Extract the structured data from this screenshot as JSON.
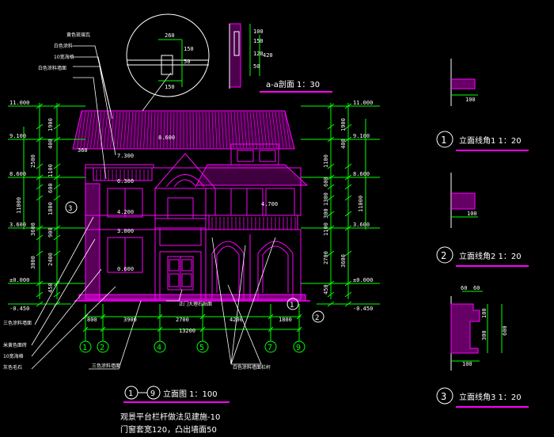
{
  "colors": {
    "background": "#000000",
    "magenta": "#ff00ff",
    "green": "#00ff00",
    "white": "#ffffff",
    "cyan": "#00ffff",
    "red": "#ff0000",
    "yellow": "#ffff00"
  },
  "elevation_title": {
    "circle_a": "1",
    "circle_b": "9",
    "text": "立面图 1：100"
  },
  "notes": [
    "观景平台栏杆做法见建施-10",
    "门窗套宽120，凸出墙面50"
  ],
  "section": {
    "title": "a-a剖面 1：30",
    "dims_right": [
      "100",
      "150",
      "120",
      "420",
      "50"
    ],
    "detail_dims": [
      "260",
      "150",
      "50",
      "150"
    ]
  },
  "details": [
    {
      "circle": "1",
      "title": "立面线角1 1：20",
      "dim": "100"
    },
    {
      "circle": "2",
      "title": "立面线角2 1：20",
      "dim": "100"
    },
    {
      "circle": "3",
      "title": "立面线角3 1：20",
      "dims": [
        "60",
        "60",
        "300",
        "600",
        "100",
        "100"
      ]
    }
  ],
  "levels_left": [
    "11.000",
    "9.100",
    "8.600",
    "3.600",
    "±0.000",
    "-0.450"
  ],
  "levels_right": [
    "11.000",
    "9.100",
    "8.600",
    "3.600",
    "±0.000",
    "-0.450"
  ],
  "left_dims": [
    "1900",
    "400",
    "2500",
    "1100",
    "600",
    "1800",
    "2400",
    "900",
    "450",
    "11000",
    "3000",
    "3600"
  ],
  "right_dims": [
    "1900",
    "400",
    "1100",
    "600",
    "1300",
    "300",
    "1100",
    "2700",
    "450",
    "11000",
    "3600"
  ],
  "building_levels": [
    "7.300",
    "6.300",
    "4.200",
    "3.000",
    "4.700",
    "0.600",
    "8.600"
  ],
  "bottom_dims": [
    "800",
    "3900",
    "2700",
    "4200",
    "1800",
    "13200"
  ],
  "axes": [
    "1",
    "2",
    "4",
    "5",
    "7",
    "9"
  ],
  "callouts_left": [
    "黄色琉璃瓦",
    "白色涂料",
    "10宽海格",
    "白色涂料墙面",
    "三色涂料墙面",
    "米黄色面砖",
    "10宽海格",
    "灰色毛石"
  ],
  "callouts_bottom": [
    "三色涂料墙面",
    "白色涂料墙面栏杆"
  ],
  "callout_door": "正门大理石贴面",
  "small_labels": [
    "3",
    "1",
    "2"
  ],
  "dim_360": "360"
}
